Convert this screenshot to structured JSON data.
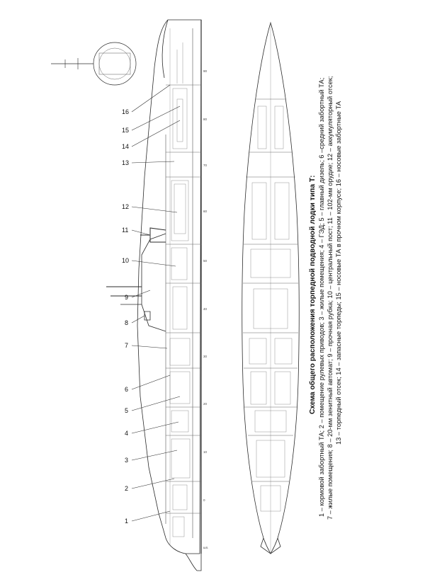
{
  "caption": {
    "title": "Схема общего расположения торпедной подводной лодки типа Т:",
    "lines": [
      "1 – кормовой забортный ТА; 2 – помещение рулевых приводов; 3 – жилые помещения; 4 – ГЭД; 5 – главный дизель; 6 –средний забортный ТА;",
      "7 – жилые помещения; 8 – 20-мм зенитный автомат; 9 – прочная рубка; 10 – центральный пост; 11 – 102-мм орудие; 12 – аккумуляторный отсек;",
      "13 – торпедный отсек; 14 – запасные торпеды; 15 – носовые ТА в прочном корпусе; 16 – носовые забортные ТА"
    ]
  },
  "callouts": [
    "1",
    "2",
    "3",
    "4",
    "5",
    "6",
    "7",
    "8",
    "9",
    "10",
    "11",
    "12",
    "13",
    "14",
    "15",
    "16"
  ],
  "frame_ticks": [
    "шп.",
    "90",
    "80",
    "70",
    "60",
    "50",
    "40",
    "30",
    "20",
    "10",
    "0"
  ],
  "colors": {
    "line": "#2b2b2b",
    "light": "#8a8a8a",
    "text": "#111111"
  }
}
